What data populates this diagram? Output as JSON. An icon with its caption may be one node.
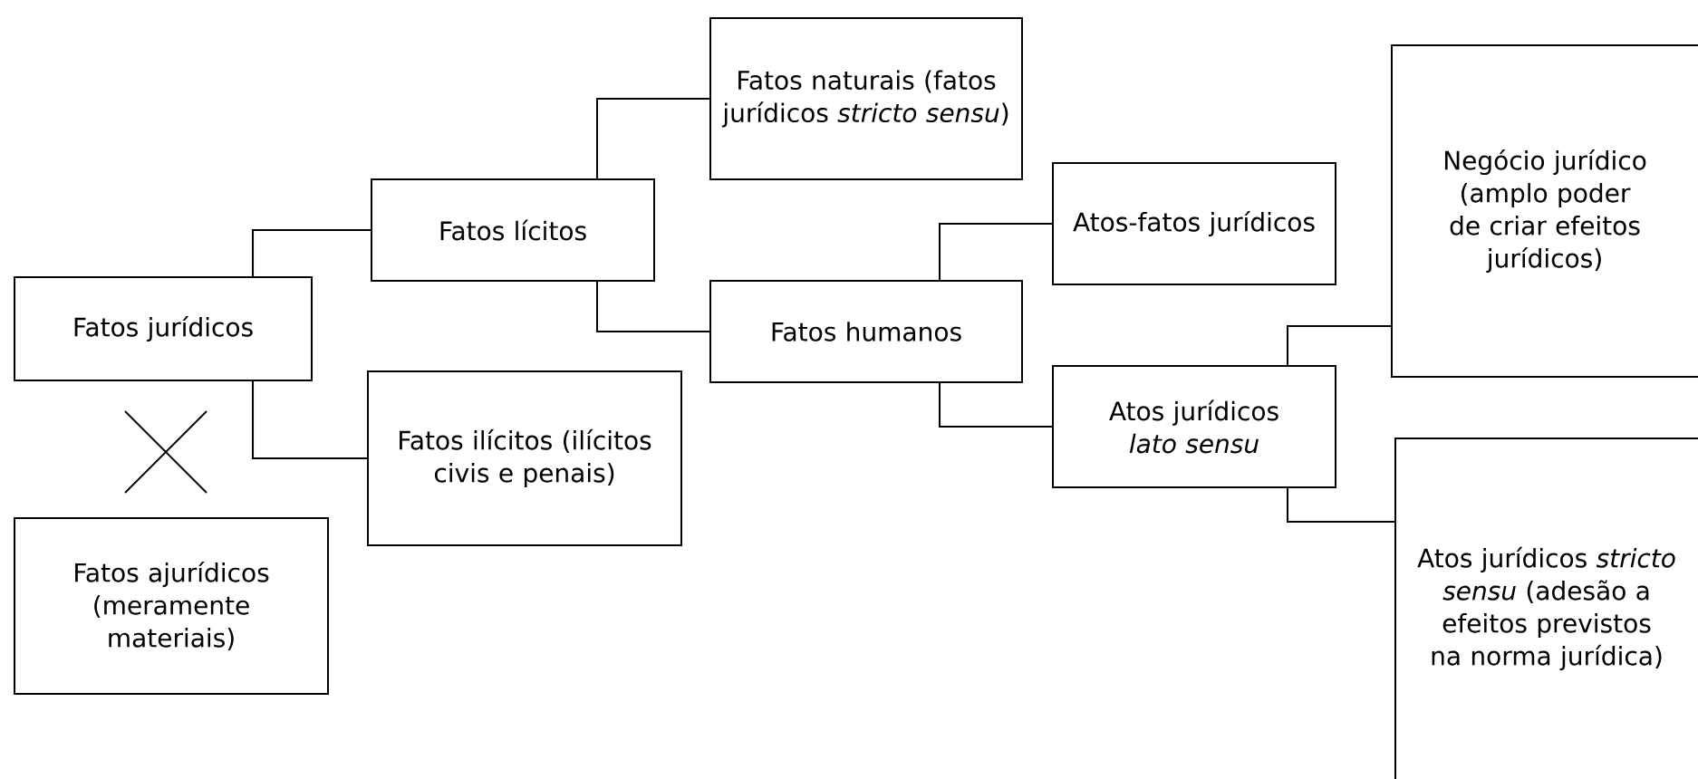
{
  "diagram": {
    "nodes": [
      {
        "text": [
          "Fatos jurídicos"
        ]
      },
      {
        "text": [
          "Fatos lícitos"
        ]
      },
      {
        "text": [
          "Fatos ilícitos (ilícitos civis e penais)"
        ]
      },
      {
        "text": [
          "Fatos ajurídicos (meramente materiais)"
        ]
      },
      {
        "text": [
          "Fatos naturais (fatos jurídicos *stricto sensu*)"
        ]
      },
      {
        "text": [
          "Fatos humanos"
        ]
      },
      {
        "text": [
          "Atos-fatos jurídicos"
        ]
      },
      {
        "text": [
          "Atos jurídicos *lato sensu*"
        ]
      },
      {
        "text": [
          "Negócio jurídico (amplo poder de criar efeitos jurídicos)"
        ]
      },
      {
        "text": [
          "Atos jurídicos *stricto sensu* (adesão a efeitos previstos na norma jurídica)"
        ]
      }
    ],
    "edges": [
      {
        "from": 0,
        "to": 1,
        "arrow": "none"
      },
      {
        "from": 0,
        "to": 2,
        "arrow": "none"
      },
      {
        "from": 1,
        "to": 4,
        "arrow": "none"
      },
      {
        "from": 1,
        "to": 5,
        "arrow": "none"
      },
      {
        "from": 5,
        "to": 6,
        "arrow": "none"
      },
      {
        "from": 5,
        "to": 7,
        "arrow": "none"
      },
      {
        "from": 7,
        "to": 8,
        "arrow": "none"
      },
      {
        "from": 7,
        "to": 9,
        "arrow": "none"
      }
    ]
  }
}
